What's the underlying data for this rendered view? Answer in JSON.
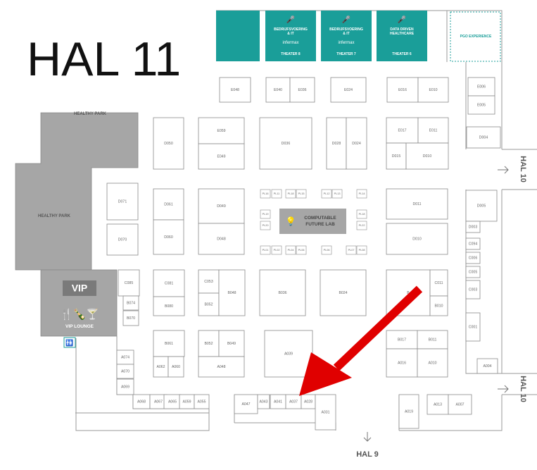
{
  "title": "HAL 11",
  "exits": {
    "right_top": "HAL 10",
    "right_bottom": "HAL 10",
    "bottom": "HAL 9"
  },
  "theatres": [
    {
      "lines": [
        "BEDRIJFSVOERING",
        "& IT"
      ],
      "brand": "infermax",
      "name": "THEATER 8"
    },
    {
      "lines": [
        "BEDRIJFSVOERING",
        "& IT"
      ],
      "brand": "infermax",
      "name": "THEATER 7"
    },
    {
      "lines": [
        "DATA DRIVEN",
        "HEALTHCARE"
      ],
      "brand": "",
      "name": "THEATER 6"
    }
  ],
  "pgo": "PGO EXPERIENCE",
  "healthy_park": [
    "HEALTHY PARK",
    "HEALTHY PARK"
  ],
  "vip": {
    "badge": "VIP",
    "label": "VIP LOUNGE"
  },
  "feature": [
    "COMPUTABLE",
    "FUTURE LAB"
  ],
  "booths": [
    "E048",
    "E040",
    "E036",
    "E024",
    "E016",
    "E010",
    "E006",
    "E005",
    "D004",
    "E059",
    "E049",
    "D050",
    "D036",
    "D028",
    "D024",
    "E017",
    "E011",
    "D015",
    "D010",
    "D071",
    "D070",
    "D061",
    "D060",
    "D049",
    "D048",
    "D011",
    "D010",
    "D005",
    "D003",
    "C094",
    "C006",
    "C005",
    "C003",
    "C001",
    "C085",
    "B074",
    "B070",
    "C081",
    "B080",
    "C053",
    "B052",
    "B048",
    "B036",
    "B024",
    "B",
    "C011",
    "B010",
    "B061",
    "B052",
    "B049",
    "A048",
    "A062",
    "A060",
    "A039",
    "B017",
    "B011",
    "A016",
    "A010",
    "A004",
    "A074",
    "A070",
    "A069",
    "A068",
    "A067",
    "A065",
    "A059",
    "A055",
    "A047",
    "A043",
    "A041",
    "A037",
    "A028",
    "A031",
    "A019",
    "A013",
    "A007"
  ],
  "pavilion_labels": [
    "PL16",
    "PL11",
    "PL18",
    "PL15",
    "PL12",
    "PL13",
    "PL14",
    "PL19",
    "PL20",
    "PL18",
    "PL22",
    "PL01",
    "PL02",
    "PL04",
    "PL06",
    "PL06",
    "PL07",
    "PL08"
  ]
}
